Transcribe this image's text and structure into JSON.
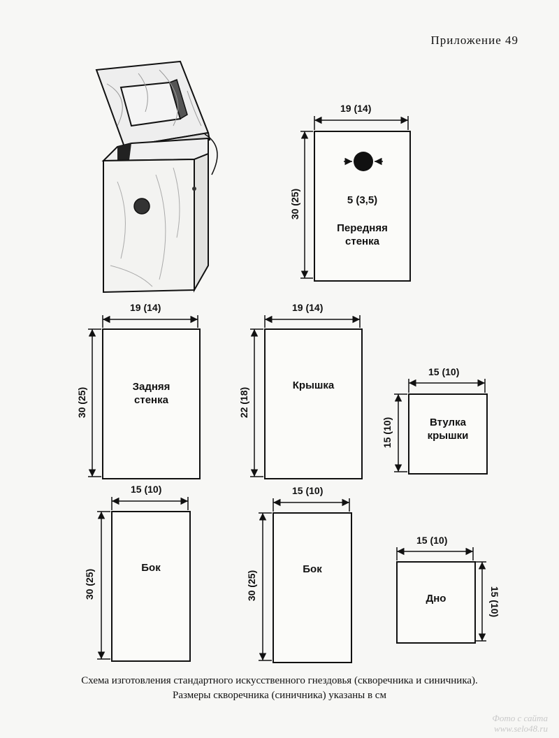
{
  "header": {
    "appendix": "Приложение 49"
  },
  "panels": {
    "front": {
      "width": "19 (14)",
      "height": "30 (25)",
      "label": "Передняя\nстенка",
      "hole": "5 (3,5)"
    },
    "back": {
      "width": "19 (14)",
      "height": "30 (25)",
      "label": "Задняя\nстенка"
    },
    "lid": {
      "width": "19 (14)",
      "height": "22 (18)",
      "label": "Крышка"
    },
    "sleeve": {
      "width": "15 (10)",
      "height": "15 (10)",
      "label": "Втулка\nкрышки"
    },
    "side1": {
      "width": "15 (10)",
      "height": "30 (25)",
      "label": "Бок"
    },
    "side2": {
      "width": "15 (10)",
      "height": "30 (25)",
      "label": "Бок"
    },
    "bottom": {
      "width": "15 (10)",
      "height": "15 (10)",
      "label": "Дно"
    }
  },
  "caption": {
    "line1": "Схема изготовления стандартного искусственного гнездовья (скворечника и синичника).",
    "line2": "Размеры скворечника (синичника) указаны в см"
  },
  "watermark": {
    "line1": "Фото с сайта",
    "line2": "www.selo48.ru"
  }
}
